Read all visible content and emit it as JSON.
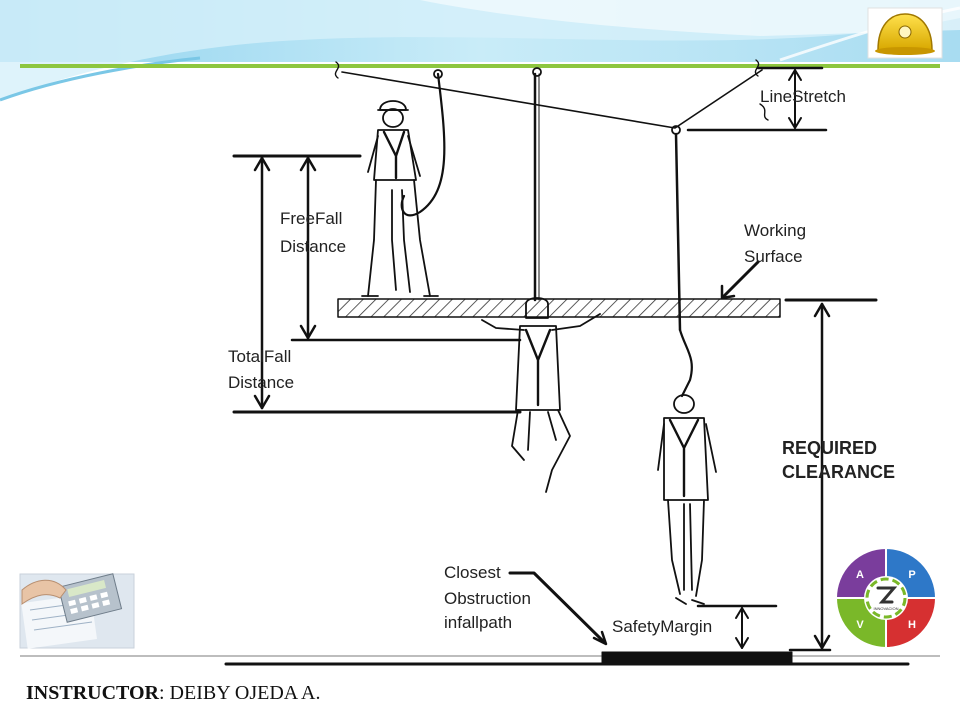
{
  "diagram": {
    "labels": {
      "line_stretch": "LineStretch",
      "free_fall_1": "FreeFall",
      "free_fall_2": "Distance",
      "working_1": "Working",
      "working_2": "Surface",
      "total_fall_1": "TotalFall",
      "total_fall_2": "Distance",
      "required_1": "REQUIRED",
      "required_2": "CLEARANCE",
      "closest_1": "Closest",
      "closest_2": "Obstruction",
      "closest_3": "infallpath",
      "safety_margin": "SafetyMargin"
    }
  },
  "logo": {
    "letters": {
      "a": "A",
      "p": "P",
      "v": "V",
      "h": "H"
    },
    "center_text": "INNOVACION",
    "colors": {
      "a": "#7a3d9c",
      "p": "#2e78c8",
      "v": "#7ab829",
      "h": "#d63031"
    }
  },
  "footer": {
    "instructor_label": "INSTRUCTOR",
    "instructor_name": ": DEIBY OJEDA A."
  },
  "theme": {
    "accent_green": "#8dc63f",
    "header_blue": "#bfe6f5"
  }
}
